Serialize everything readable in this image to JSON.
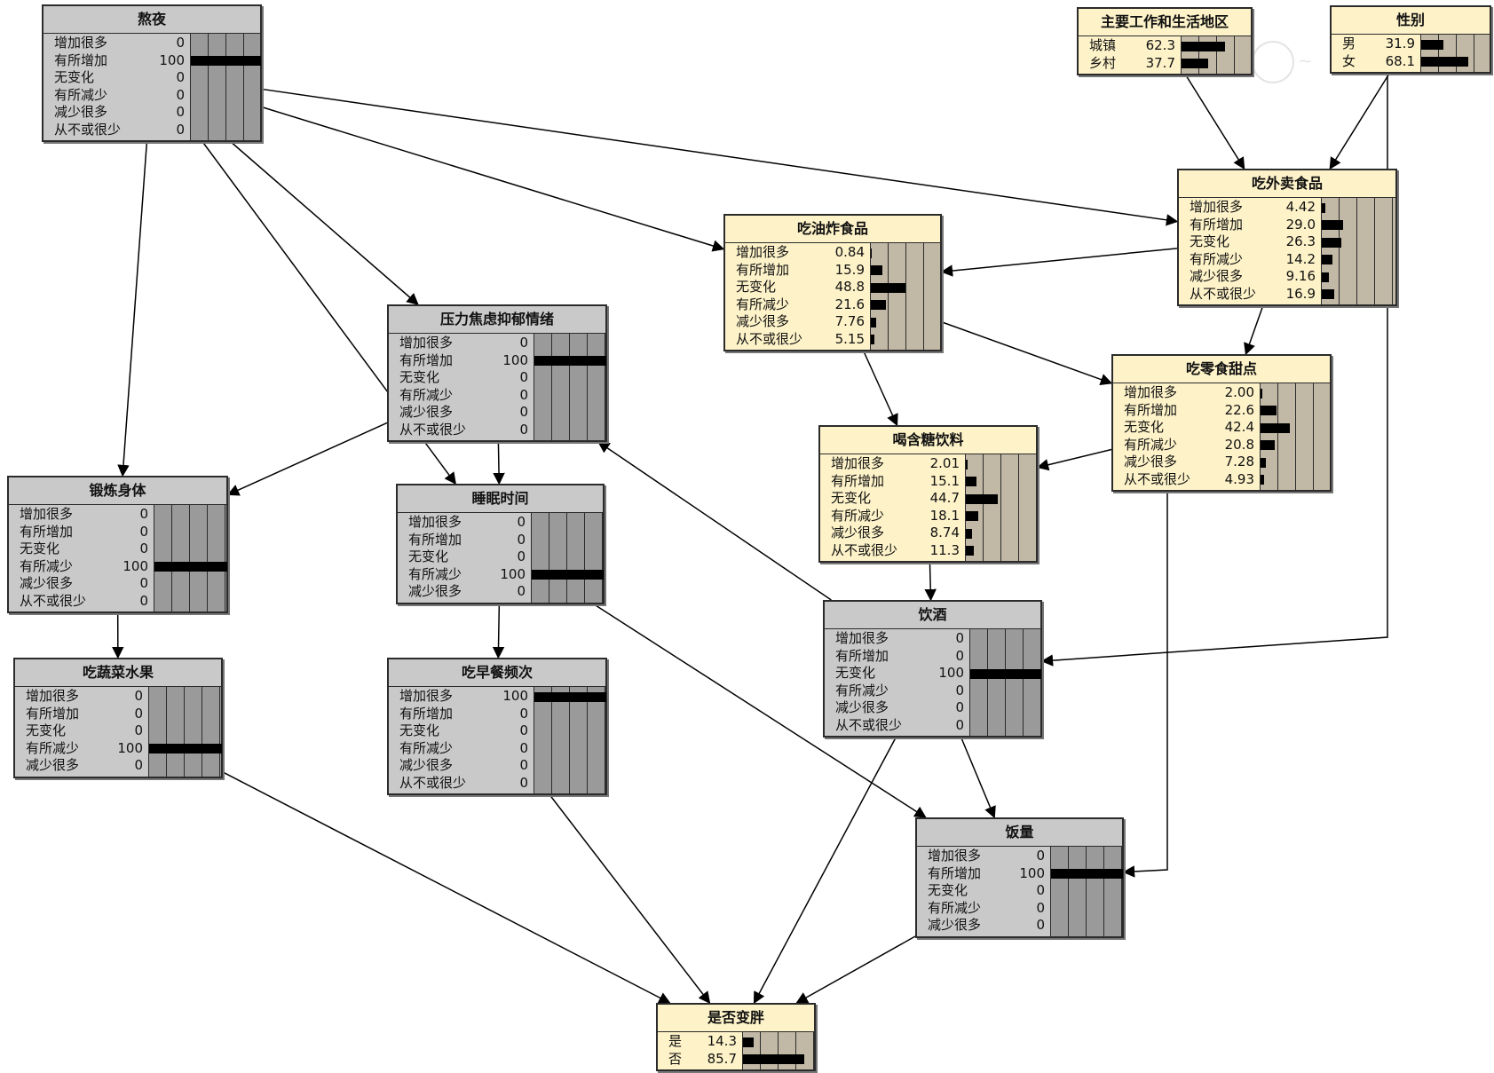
{
  "nodes": [
    {
      "id": "staying_up",
      "title": "熬夜",
      "style": "gray",
      "states": [
        {
          "label": "增加很多",
          "value": "0"
        },
        {
          "label": "有所增加",
          "value": "100"
        },
        {
          "label": "无变化",
          "value": "0"
        },
        {
          "label": "有所减少",
          "value": "0"
        },
        {
          "label": "减少很多",
          "value": "0"
        },
        {
          "label": "从不或很少",
          "value": "0"
        }
      ]
    },
    {
      "id": "region",
      "title": "主要工作和生活地区",
      "style": "yellow",
      "states": [
        {
          "label": "城镇",
          "value": "62.3"
        },
        {
          "label": "乡村",
          "value": "37.7"
        }
      ]
    },
    {
      "id": "gender",
      "title": "性别",
      "style": "yellow",
      "states": [
        {
          "label": "男",
          "value": "31.9"
        },
        {
          "label": "女",
          "value": "68.1"
        }
      ]
    },
    {
      "id": "takeout",
      "title": "吃外卖食品",
      "style": "yellow",
      "states": [
        {
          "label": "增加很多",
          "value": "4.42"
        },
        {
          "label": "有所增加",
          "value": "29.0"
        },
        {
          "label": "无变化",
          "value": "26.3"
        },
        {
          "label": "有所减少",
          "value": "14.2"
        },
        {
          "label": "减少很多",
          "value": "9.16"
        },
        {
          "label": "从不或很少",
          "value": "16.9"
        }
      ]
    },
    {
      "id": "fried",
      "title": "吃油炸食品",
      "style": "yellow",
      "states": [
        {
          "label": "增加很多",
          "value": "0.84"
        },
        {
          "label": "有所增加",
          "value": "15.9"
        },
        {
          "label": "无变化",
          "value": "48.8"
        },
        {
          "label": "有所减少",
          "value": "21.6"
        },
        {
          "label": "减少很多",
          "value": "7.76"
        },
        {
          "label": "从不或很少",
          "value": "5.15"
        }
      ]
    },
    {
      "id": "stress",
      "title": "压力焦虑抑郁情绪",
      "style": "gray",
      "states": [
        {
          "label": "增加很多",
          "value": "0"
        },
        {
          "label": "有所增加",
          "value": "100"
        },
        {
          "label": "无变化",
          "value": "0"
        },
        {
          "label": "有所减少",
          "value": "0"
        },
        {
          "label": "减少很多",
          "value": "0"
        },
        {
          "label": "从不或很少",
          "value": "0"
        }
      ]
    },
    {
      "id": "snack",
      "title": "吃零食甜点",
      "style": "yellow",
      "states": [
        {
          "label": "增加很多",
          "value": "2.00"
        },
        {
          "label": "有所增加",
          "value": "22.6"
        },
        {
          "label": "无变化",
          "value": "42.4"
        },
        {
          "label": "有所减少",
          "value": "20.8"
        },
        {
          "label": "减少很多",
          "value": "7.28"
        },
        {
          "label": "从不或很少",
          "value": "4.93"
        }
      ]
    },
    {
      "id": "sugar_drink",
      "title": "喝含糖饮料",
      "style": "yellow",
      "states": [
        {
          "label": "增加很多",
          "value": "2.01"
        },
        {
          "label": "有所增加",
          "value": "15.1"
        },
        {
          "label": "无变化",
          "value": "44.7"
        },
        {
          "label": "有所减少",
          "value": "18.1"
        },
        {
          "label": "减少很多",
          "value": "8.74"
        },
        {
          "label": "从不或很少",
          "value": "11.3"
        }
      ]
    },
    {
      "id": "exercise",
      "title": "锻炼身体",
      "style": "gray",
      "states": [
        {
          "label": "增加很多",
          "value": "0"
        },
        {
          "label": "有所增加",
          "value": "0"
        },
        {
          "label": "无变化",
          "value": "0"
        },
        {
          "label": "有所减少",
          "value": "100"
        },
        {
          "label": "减少很多",
          "value": "0"
        },
        {
          "label": "从不或很少",
          "value": "0"
        }
      ]
    },
    {
      "id": "sleep",
      "title": "睡眠时间",
      "style": "gray",
      "states": [
        {
          "label": "增加很多",
          "value": "0"
        },
        {
          "label": "有所增加",
          "value": "0"
        },
        {
          "label": "无变化",
          "value": "0"
        },
        {
          "label": "有所减少",
          "value": "100"
        },
        {
          "label": "减少很多",
          "value": "0"
        }
      ]
    },
    {
      "id": "alcohol",
      "title": "饮酒",
      "style": "gray",
      "states": [
        {
          "label": "增加很多",
          "value": "0"
        },
        {
          "label": "有所增加",
          "value": "0"
        },
        {
          "label": "无变化",
          "value": "100"
        },
        {
          "label": "有所减少",
          "value": "0"
        },
        {
          "label": "减少很多",
          "value": "0"
        },
        {
          "label": "从不或很少",
          "value": "0"
        }
      ]
    },
    {
      "id": "vegfruit",
      "title": "吃蔬菜水果",
      "style": "gray",
      "states": [
        {
          "label": "增加很多",
          "value": "0"
        },
        {
          "label": "有所增加",
          "value": "0"
        },
        {
          "label": "无变化",
          "value": "0"
        },
        {
          "label": "有所减少",
          "value": "100"
        },
        {
          "label": "减少很多",
          "value": "0"
        }
      ]
    },
    {
      "id": "breakfast",
      "title": "吃早餐频次",
      "style": "gray",
      "states": [
        {
          "label": "增加很多",
          "value": "100"
        },
        {
          "label": "有所增加",
          "value": "0"
        },
        {
          "label": "无变化",
          "value": "0"
        },
        {
          "label": "有所减少",
          "value": "0"
        },
        {
          "label": "减少很多",
          "value": "0"
        },
        {
          "label": "从不或很少",
          "value": "0"
        }
      ]
    },
    {
      "id": "food_amount",
      "title": "饭量",
      "style": "gray",
      "states": [
        {
          "label": "增加很多",
          "value": "0"
        },
        {
          "label": "有所增加",
          "value": "100"
        },
        {
          "label": "无变化",
          "value": "0"
        },
        {
          "label": "有所减少",
          "value": "0"
        },
        {
          "label": "减少很多",
          "value": "0"
        }
      ]
    },
    {
      "id": "obese",
      "title": "是否变胖",
      "style": "yellow",
      "states": [
        {
          "label": "是",
          "value": "14.3"
        },
        {
          "label": "否",
          "value": "85.7"
        }
      ]
    }
  ],
  "edges": [
    {
      "from": "staying_up",
      "to": "exercise"
    },
    {
      "from": "staying_up",
      "to": "sleep"
    },
    {
      "from": "staying_up",
      "to": "stress"
    },
    {
      "from": "staying_up",
      "to": "fried"
    },
    {
      "from": "staying_up",
      "to": "takeout"
    },
    {
      "from": "region",
      "to": "takeout"
    },
    {
      "from": "gender",
      "to": "takeout"
    },
    {
      "from": "gender",
      "to": "alcohol"
    },
    {
      "from": "takeout",
      "to": "fried"
    },
    {
      "from": "takeout",
      "to": "snack"
    },
    {
      "from": "fried",
      "to": "snack"
    },
    {
      "from": "fried",
      "to": "sugar_drink"
    },
    {
      "from": "snack",
      "to": "sugar_drink"
    },
    {
      "from": "snack",
      "to": "food_amount"
    },
    {
      "from": "sugar_drink",
      "to": "alcohol"
    },
    {
      "from": "alcohol",
      "to": "stress"
    },
    {
      "from": "alcohol",
      "to": "food_amount"
    },
    {
      "from": "alcohol",
      "to": "obese"
    },
    {
      "from": "stress",
      "to": "exercise"
    },
    {
      "from": "stress",
      "to": "sleep"
    },
    {
      "from": "sleep",
      "to": "breakfast"
    },
    {
      "from": "sleep",
      "to": "food_amount"
    },
    {
      "from": "exercise",
      "to": "vegfruit"
    },
    {
      "from": "vegfruit",
      "to": "obese"
    },
    {
      "from": "breakfast",
      "to": "obese"
    },
    {
      "from": "food_amount",
      "to": "obese"
    }
  ]
}
